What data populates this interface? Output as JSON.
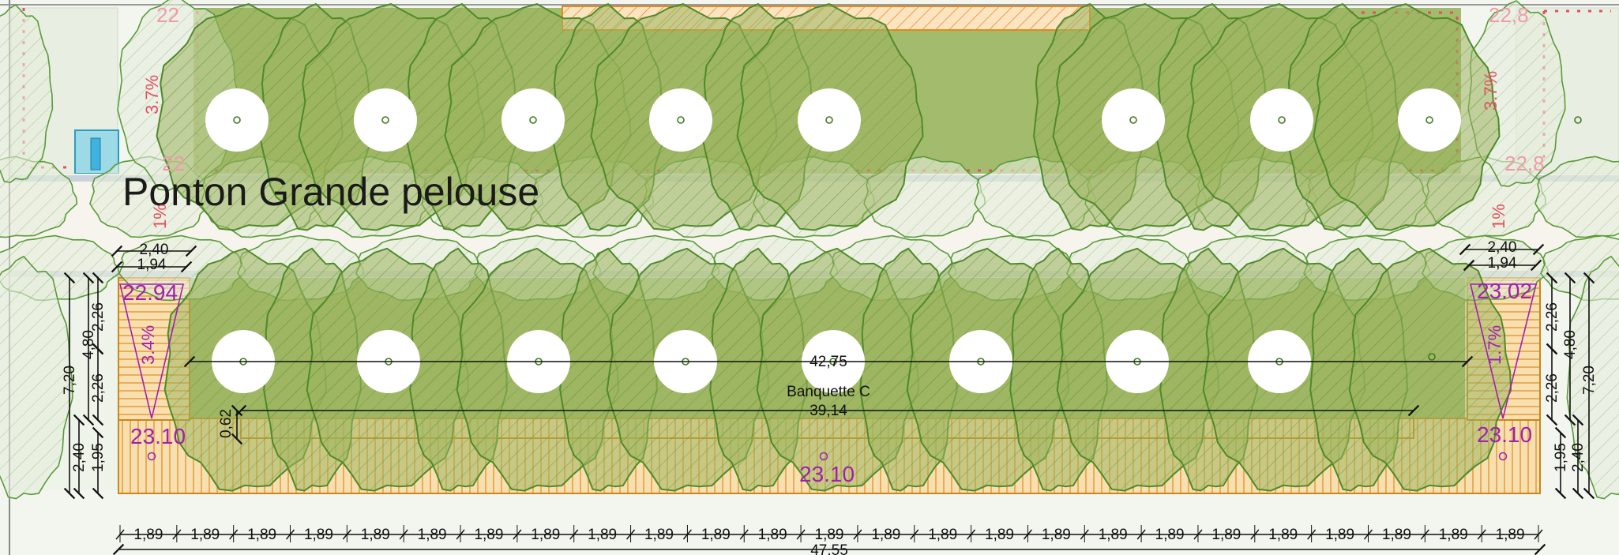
{
  "plan": {
    "title": "Ponton Grande pelouse",
    "banquette_label": "Banquette C",
    "ghost_labels": [
      "22",
      "22",
      "22,8",
      "22,8"
    ],
    "slope_labels_top": [
      "3.7%",
      "3.7%"
    ],
    "slope_labels_bottom": [
      "3.4%",
      "1.7%"
    ],
    "edge_markers": [
      "1%",
      "1%"
    ],
    "elevations": [
      "22.94",
      "23.02",
      "23.10",
      "23.10",
      "23.10"
    ],
    "dimensions": {
      "main_length": "42,75",
      "banquette_length": "39,14",
      "step": "0,62",
      "total_length": "47,55",
      "module": "1,89",
      "module_count": 25,
      "top_left": [
        "2,40",
        "1,94"
      ],
      "top_right": [
        "2,40",
        "1,94"
      ],
      "left_vertical": {
        "overall": "7,20",
        "bed": "4,80",
        "upper": "2,26",
        "lower": "2,26",
        "strip": "2,40",
        "strip_inner": "1,95"
      },
      "right_vertical": {
        "overall": "7,20",
        "bed": "4,80",
        "upper": "2,26",
        "lower": "2,26",
        "strip": "2,40",
        "strip_inner": "1,95"
      }
    },
    "colors": {
      "lawn": "#a3bb6c",
      "canopy_stroke": "#4f8a2a",
      "deck_fill": "#f7d9a6",
      "deck_stroke": "#e3891d",
      "elevation_text": "#a020b0",
      "path_band": "#c9d3dc",
      "ground": "#f4f2ea",
      "water": "#63c7e0"
    }
  }
}
